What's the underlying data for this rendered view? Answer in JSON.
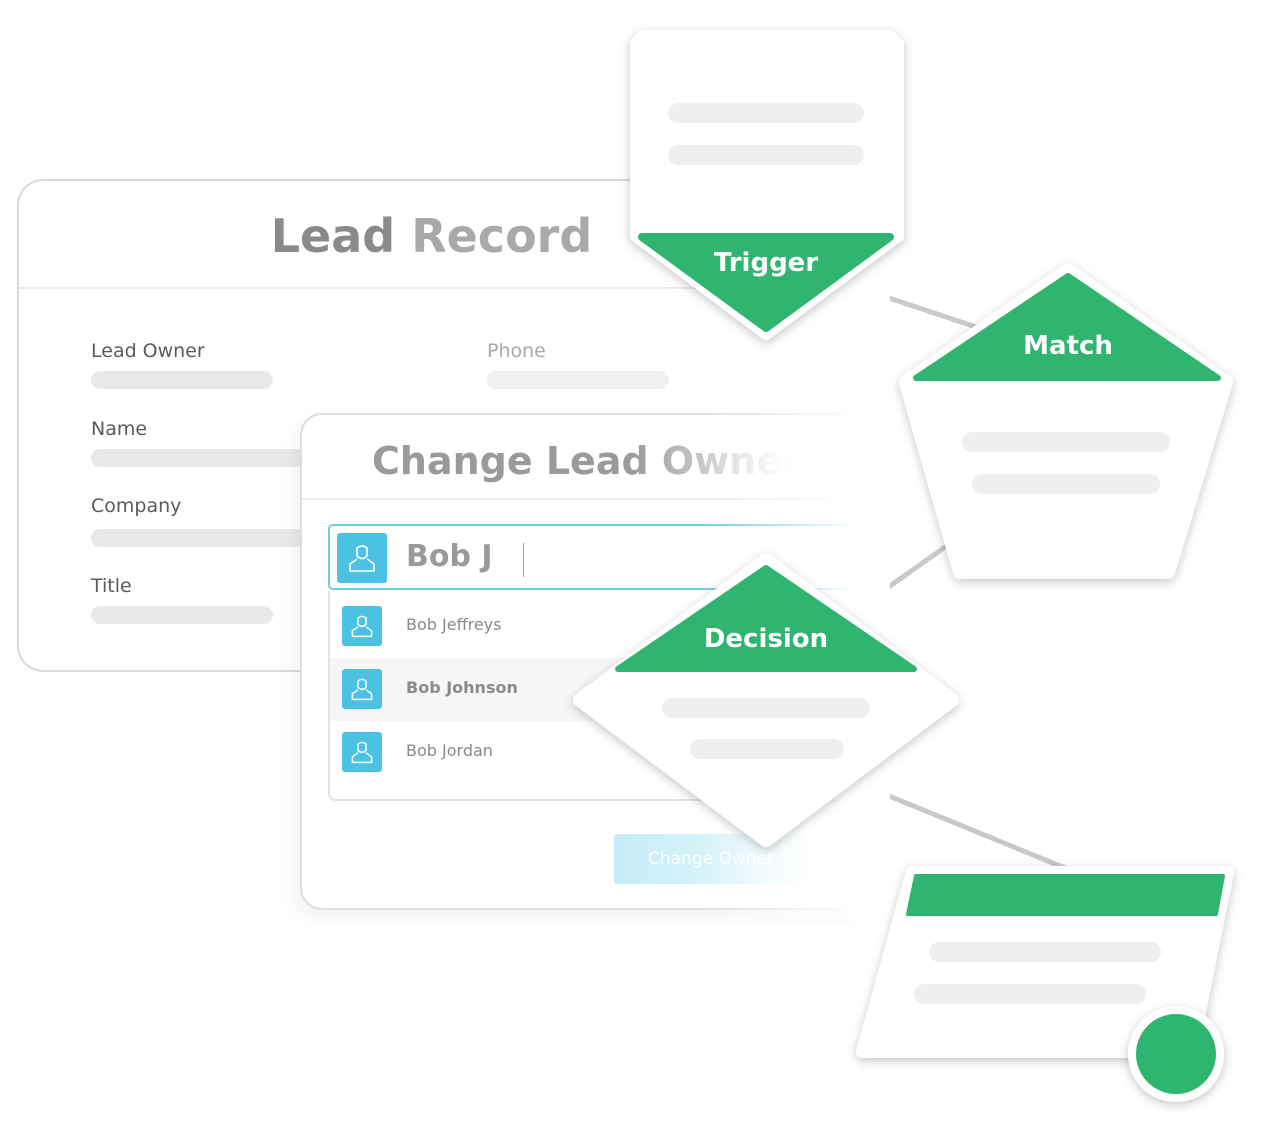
{
  "lead_record": {
    "title_first": "Lead",
    "title_second": "Record",
    "fields": {
      "lead_owner": "Lead Owner",
      "phone": "Phone",
      "name": "Name",
      "company": "Company",
      "title": "Title"
    }
  },
  "change_owner": {
    "title": "Change Lead Owner",
    "search_value": "Bob J",
    "results": [
      {
        "name": "Bob Jeffreys"
      },
      {
        "name": "Bob Johnson"
      },
      {
        "name": "Bob Jordan"
      }
    ],
    "button_label": "Change Owner"
  },
  "flow": {
    "trigger_label": "Trigger",
    "match_label": "Match",
    "decision_label": "Decision"
  },
  "colors": {
    "accent_green": "#2fb56f",
    "accent_blue": "#4bc2e2",
    "placeholder_gray": "#efefef"
  }
}
